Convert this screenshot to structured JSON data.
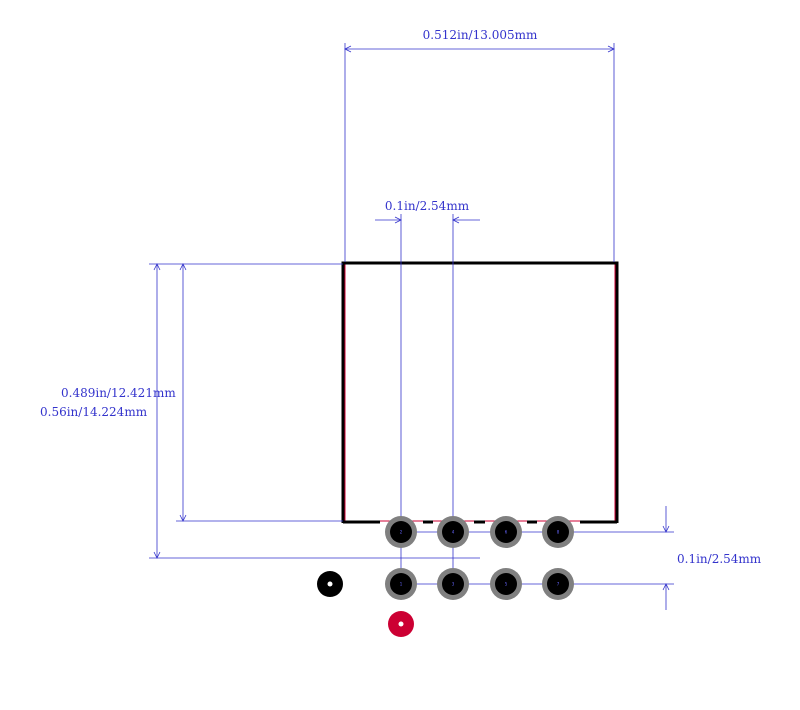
{
  "colors": {
    "dimension": "#3333cc",
    "outline": "#000000",
    "courtyard": "#cc0033",
    "pad_ring": "#808080",
    "pad_hole": "#000000",
    "pin1_marker": "#000000",
    "origin_marker": "#cc0033"
  },
  "dimensions": {
    "width": "0.512in/13.005mm",
    "pitch_top": "0.1in/2.54mm",
    "height_body": "0.489in/12.421mm",
    "height_total": "0.56in/14.224mm",
    "pitch_row": "0.1in/2.54mm"
  },
  "pads": [
    {
      "label": "2"
    },
    {
      "label": "4"
    },
    {
      "label": "6"
    },
    {
      "label": "8"
    },
    {
      "label": "1"
    },
    {
      "label": "3"
    },
    {
      "label": "5"
    },
    {
      "label": "7"
    }
  ]
}
